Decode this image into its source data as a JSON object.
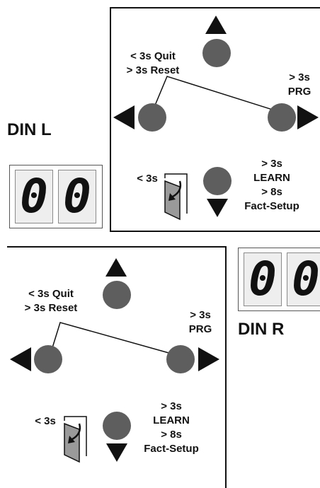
{
  "top_panel": {
    "quit_line": "< 3s Quit",
    "reset_line": "> 3s Reset",
    "prg_time": "> 3s",
    "prg_label": "PRG",
    "learn_time": "> 3s",
    "learn_label": "LEARN",
    "fact_time": "> 8s",
    "fact_label": "Fact-Setup",
    "door_time": "< 3s"
  },
  "bottom_panel": {
    "quit_line": "< 3s Quit",
    "reset_line": "> 3s Reset",
    "prg_time": "> 3s",
    "prg_label": "PRG",
    "learn_time": "> 3s",
    "learn_label": "LEARN",
    "fact_time": "> 8s",
    "fact_label": "Fact-Setup",
    "door_time": "< 3s"
  },
  "din_left": {
    "label": "DIN L",
    "digit1": "0",
    "digit2": "0"
  },
  "din_right": {
    "label": "DIN R",
    "digit1": "0",
    "digit2": "0"
  },
  "colors": {
    "button": "#5e5e5e",
    "display_bg": "#eeeeee",
    "ink": "#111111"
  }
}
